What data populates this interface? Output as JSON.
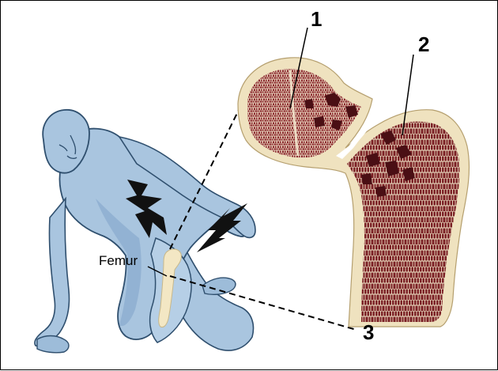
{
  "labels": {
    "callout_1": "1",
    "callout_2": "2",
    "callout_3": "3",
    "femur": "Femur"
  },
  "colors": {
    "body_fill": "#a9c5df",
    "body_shade": "#7fa3c8",
    "body_outline": "#2f4f6e",
    "femur_bone": "#f3e7c4",
    "bone_cortex": "#efe2bf",
    "marrow": "#7a1f24",
    "trabecular_mesh": "#f1e6c9",
    "lightning": "#111111",
    "border": "#000000"
  },
  "icons": {
    "pain_left": "lightning-bolt-icon",
    "pain_right": "lightning-bolt-icon"
  }
}
